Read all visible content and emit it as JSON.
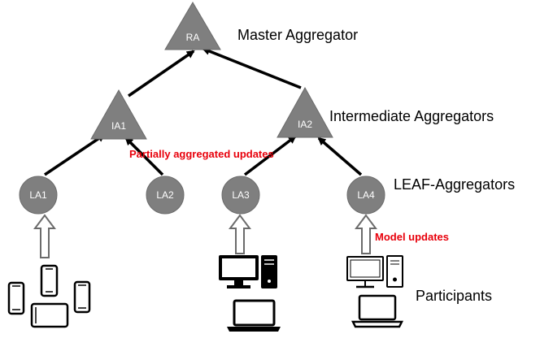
{
  "nodes": {
    "ra": "RA",
    "ia1": "IA1",
    "ia2": "IA2",
    "la1": "LA1",
    "la2": "LA2",
    "la3": "LA3",
    "la4": "LA4"
  },
  "labels": {
    "master": "Master Aggregator",
    "intermediate": "Intermediate Aggregators",
    "leaf": "LEAF-Aggregators",
    "participants": "Participants",
    "partial_updates": "Partially aggregated updates",
    "model_updates": "Model updates"
  },
  "colors": {
    "node_fill": "#7f7f7f",
    "node_stroke": "#6b6b6b",
    "node_text": "#ffffff",
    "edge": "#000000",
    "annotation": "#e8000b",
    "device": "#000000"
  },
  "icons": {
    "mobile_group": "mobile-devices-icon",
    "desktop_dark": "desktop-computer-icon",
    "desktop_outline": "desktop-computer-outline-icon",
    "laptop": "laptop-icon",
    "upload_arrow": "hollow-up-arrow-icon"
  }
}
